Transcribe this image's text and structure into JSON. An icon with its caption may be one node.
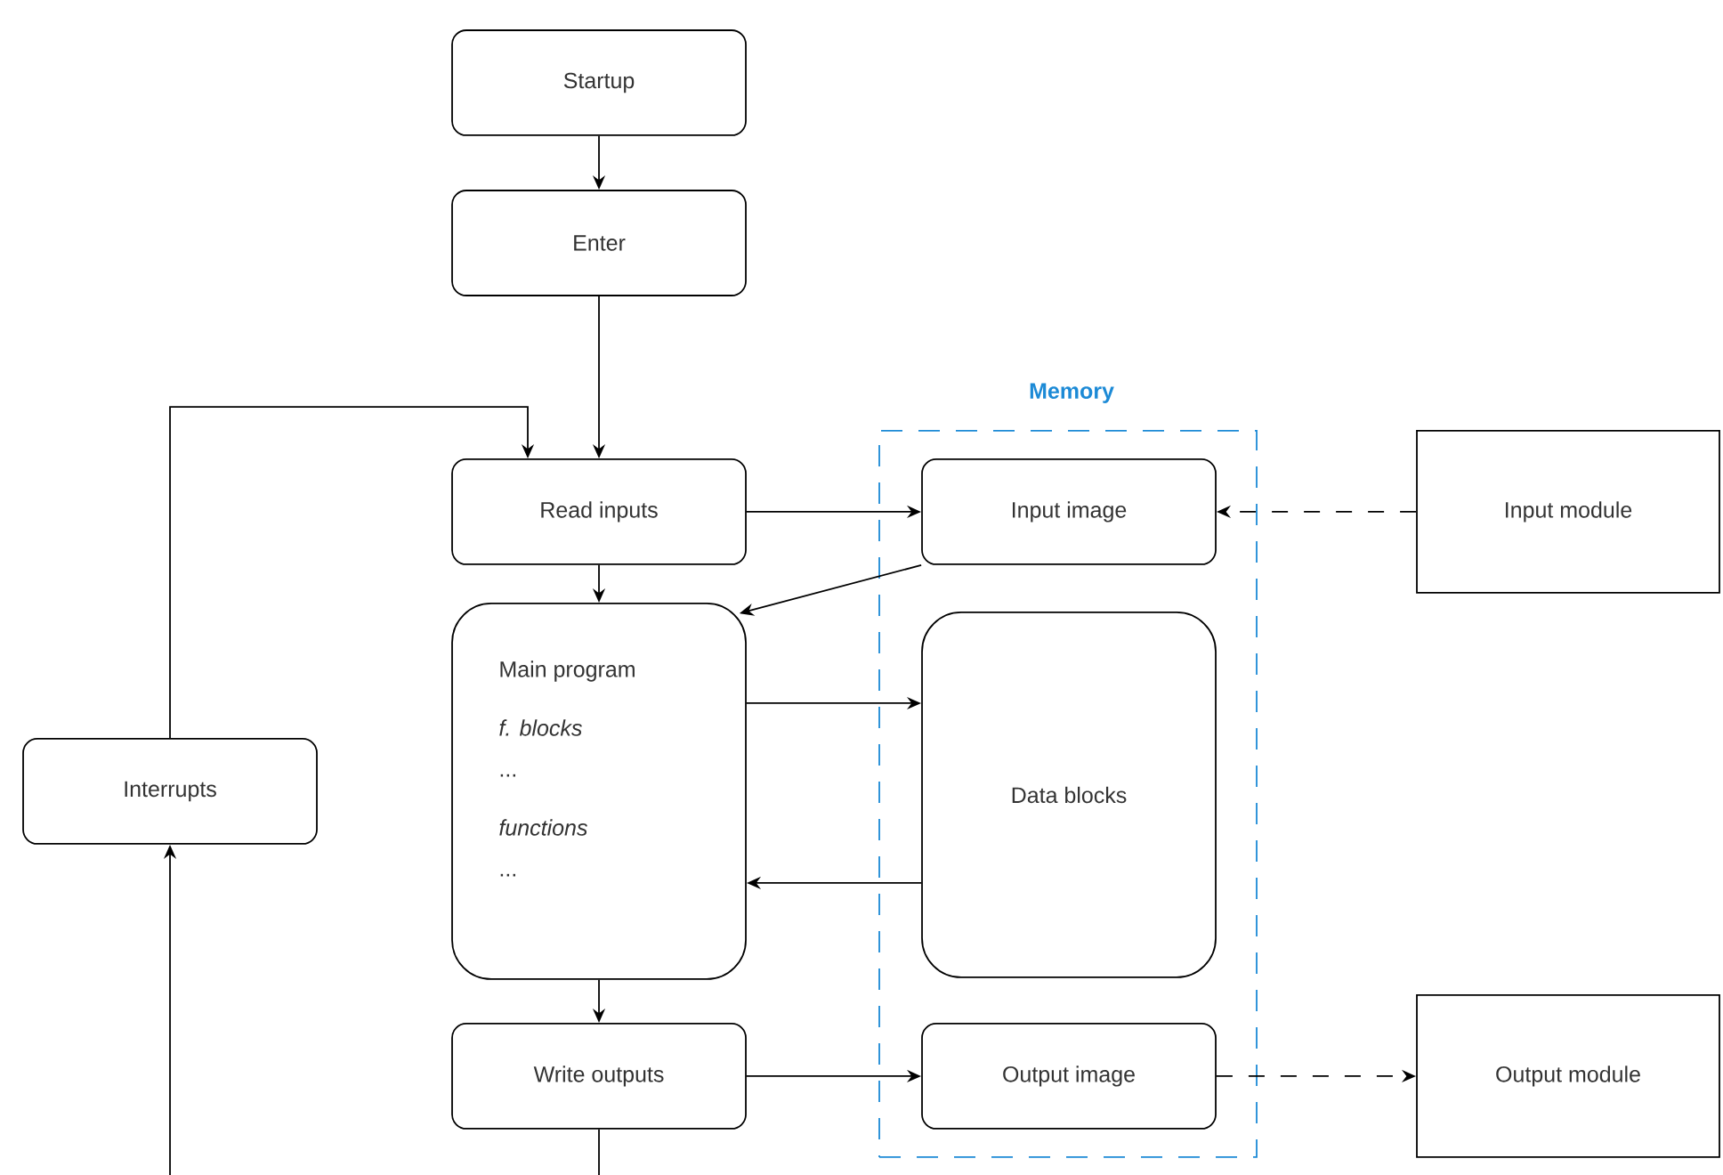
{
  "diagram": {
    "nodes": [
      {
        "text": [
          "Startup"
        ]
      },
      {
        "text": [
          "Enter"
        ]
      },
      {
        "text": [
          "Interrupts"
        ]
      },
      {
        "text": [
          "Read inputs"
        ]
      },
      {
        "text": [
          "Main program",
          "f. blocks",
          "...",
          "functions",
          "..."
        ]
      },
      {
        "text": [
          "Memory"
        ]
      },
      {
        "text": [
          "Input image"
        ],
        "in": 5
      },
      {
        "text": [
          "Data blocks"
        ],
        "in": 5
      },
      {
        "text": [
          "Output image"
        ],
        "in": 5
      },
      {
        "text": [
          "Write outputs"
        ]
      },
      {
        "text": [
          "Input module"
        ]
      },
      {
        "text": [
          "Output module"
        ]
      }
    ],
    "edges": [
      {
        "from": 0,
        "to": 1,
        "arrow": "to"
      },
      {
        "from": 1,
        "to": 3,
        "arrow": "to"
      },
      {
        "from": 2,
        "to": 3,
        "arrow": "to"
      },
      {
        "from": 3,
        "to": 4,
        "arrow": "to"
      },
      {
        "from": 3,
        "to": 6,
        "arrow": "to"
      },
      {
        "from": 6,
        "to": 4,
        "arrow": "to"
      },
      {
        "from": 4,
        "to": 7,
        "arrow": "to"
      },
      {
        "from": 7,
        "to": 4,
        "arrow": "to"
      },
      {
        "from": 4,
        "to": 9,
        "arrow": "to"
      },
      {
        "from": 9,
        "to": 8,
        "arrow": "to"
      },
      {
        "from": 10,
        "to": 6,
        "arrow": "to",
        "style": "dashed"
      },
      {
        "from": 8,
        "to": 11,
        "arrow": "to",
        "style": "dashed"
      },
      {
        "from": null,
        "to": 2,
        "arrow": "to"
      },
      {
        "from": 9,
        "to": null,
        "arrow": "none"
      }
    ]
  }
}
